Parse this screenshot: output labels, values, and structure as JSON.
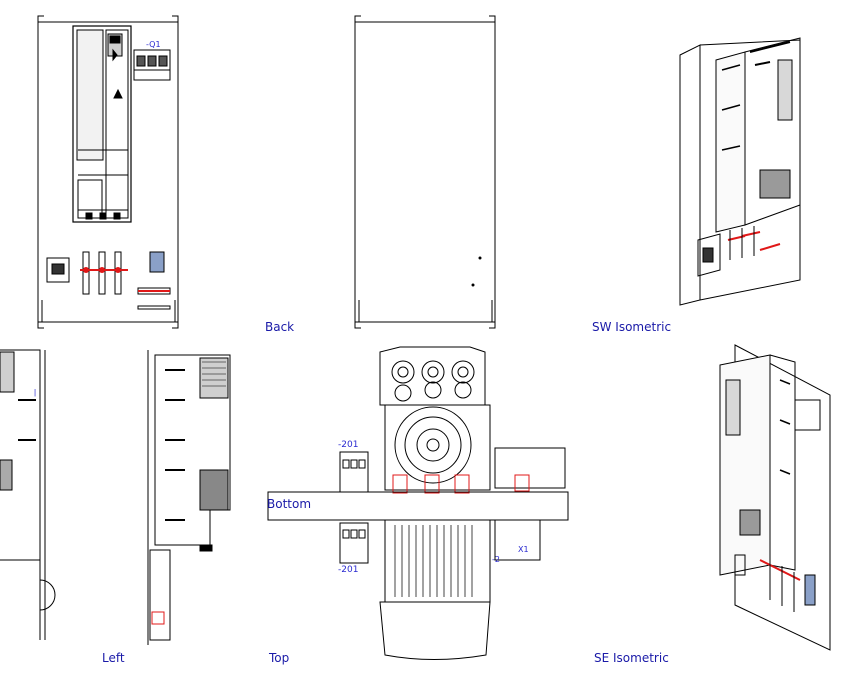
{
  "view_labels": {
    "back": "Back",
    "sw_isometric": "SW Isometric",
    "bottom": "Bottom",
    "left": "Left",
    "top": "Top",
    "se_isometric": "SE Isometric"
  },
  "component_tags": {
    "front_q1": "-Q1",
    "bottom_upper": "-201",
    "bottom_lower": "-201",
    "bottom_x1": "X1",
    "bottom_x2": "-2"
  },
  "colors": {
    "line": "#000000",
    "label": "#1a1aa8",
    "fuse_accent": "#e01818",
    "tag": "#2a2ad0"
  }
}
